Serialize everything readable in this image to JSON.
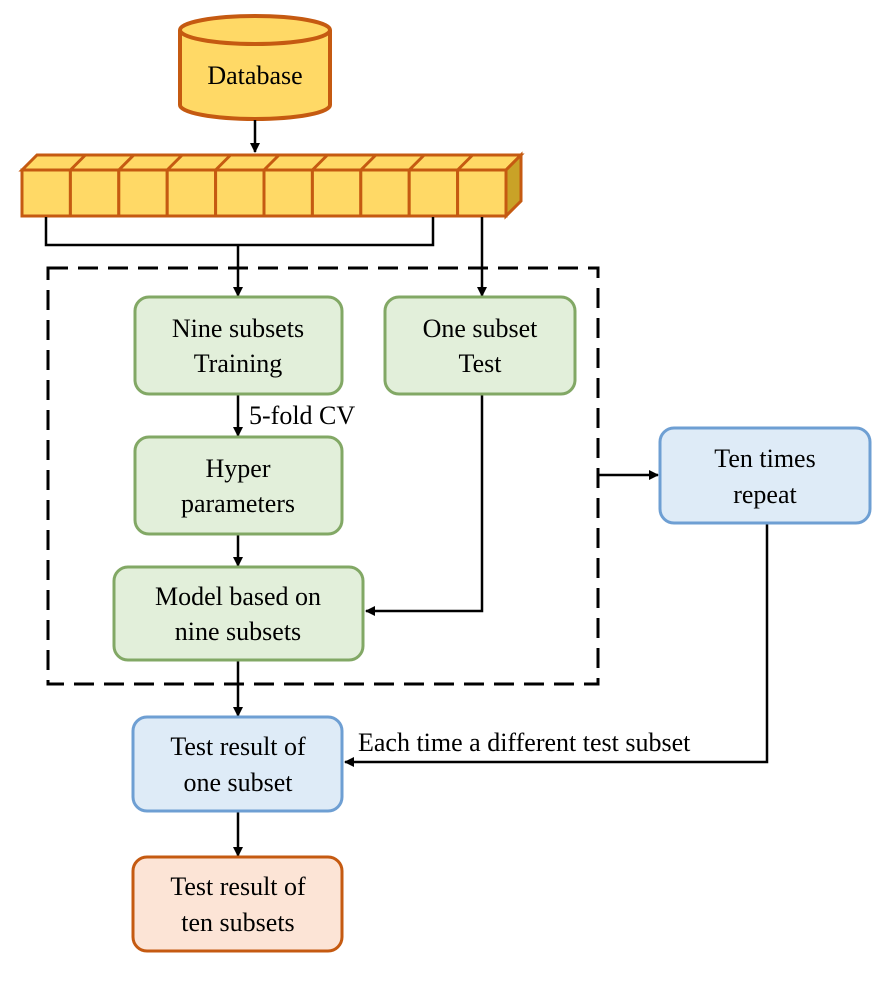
{
  "colors": {
    "database_fill": "#ffd966",
    "database_stroke": "#c55a11",
    "green_fill": "#e2efda",
    "green_stroke": "#82a865",
    "blue_fill": "#deebf7",
    "blue_stroke": "#6e9fd3",
    "orange_fill": "#fce4d6",
    "orange_stroke": "#c55a11",
    "dashed_border": "#000000",
    "arrow": "#000000"
  },
  "database": {
    "label": "Database"
  },
  "subset_bar": {
    "subset_count": 10
  },
  "nodes": {
    "training": {
      "line1": "Nine subsets",
      "line2": "Training"
    },
    "test": {
      "line1": "One subset",
      "line2": "Test"
    },
    "hyper": {
      "line1": "Hyper",
      "line2": "parameters"
    },
    "model": {
      "line1": "Model based on",
      "line2": "nine subsets"
    },
    "repeat": {
      "line1": "Ten times",
      "line2": "repeat"
    },
    "result_one": {
      "line1": "Test result of",
      "line2": "one subset"
    },
    "result_ten": {
      "line1": "Test result of",
      "line2": "ten subsets"
    }
  },
  "edge_labels": {
    "cv": "5-fold CV",
    "different_subset": "Each time a different test subset"
  }
}
